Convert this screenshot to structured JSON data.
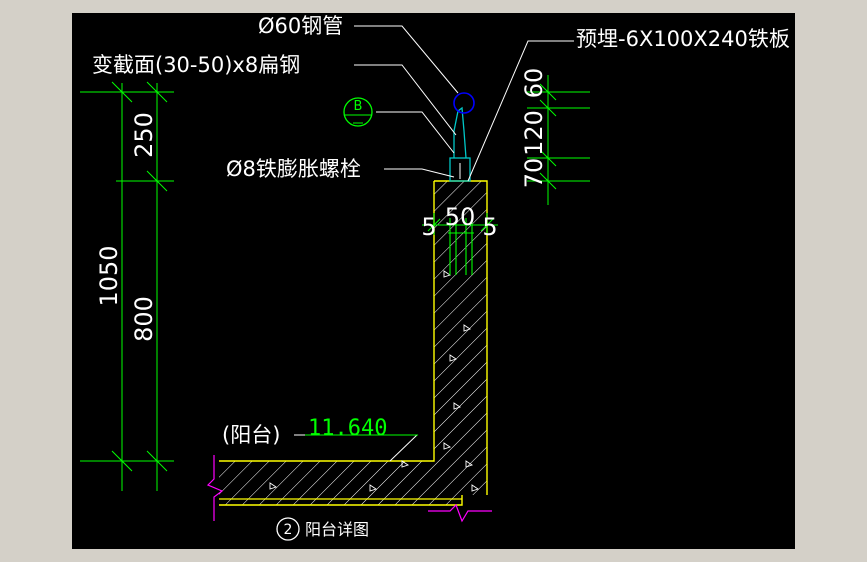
{
  "drawing": {
    "labels": {
      "steel_pipe": "Ø60钢管",
      "flat_steel": "变截面(30-50)x8扁钢",
      "embedded_plate": "预埋-6X100X240铁板",
      "bolt": "Ø8铁膨胀螺栓",
      "balcony": "(阳台)",
      "elevation": "11.640",
      "section_mark": "B",
      "detail_number": "2",
      "detail_title": "阳台详图"
    },
    "dimensions": {
      "left_top": "250",
      "left_mid": "800",
      "left_total": "1050",
      "right_a": "60",
      "right_b": "120",
      "right_c": "70",
      "wall_left": "5",
      "wall_mid": "50",
      "wall_right": "5"
    },
    "colors": {
      "background": "#000000",
      "frame": "#d4d0c8",
      "dimension_lines": "#00ff00",
      "concrete_outline": "#ffff00",
      "text": "#ffffff",
      "pipe": "#0000ff",
      "railing": "#00c8c8",
      "break_lines": "#ff00ff",
      "leader_lines": "#ffffff"
    }
  }
}
